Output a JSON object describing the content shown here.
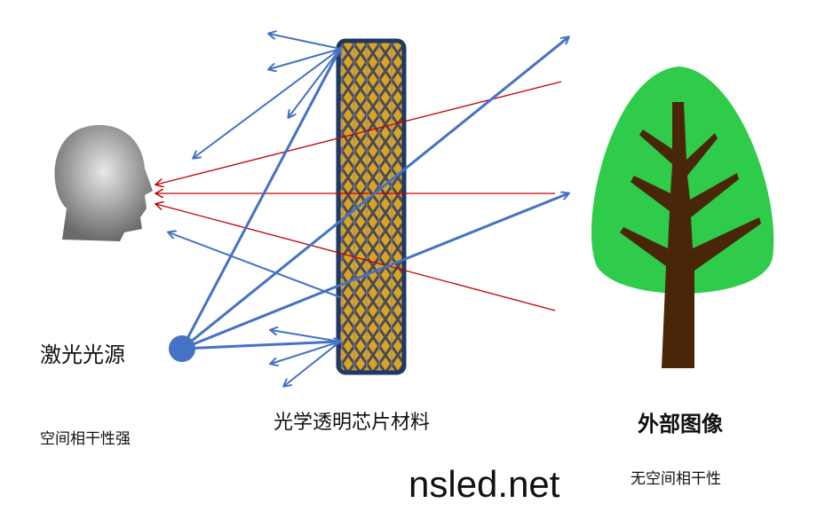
{
  "labels": {
    "source": "激光光源",
    "source_sub": "空间相干性强",
    "chip": "光学透明芯片材料",
    "image": "外部图像",
    "image_sub": "无空间相干性",
    "watermark": "nsled.net"
  },
  "colors": {
    "blue_ray": "#4472c4",
    "red_ray": "#c00000",
    "chip_border": "#1f3864",
    "chip_fill": "#d9a520",
    "tree_canopy": "#2ecc4a",
    "tree_trunk": "#4a2608"
  }
}
